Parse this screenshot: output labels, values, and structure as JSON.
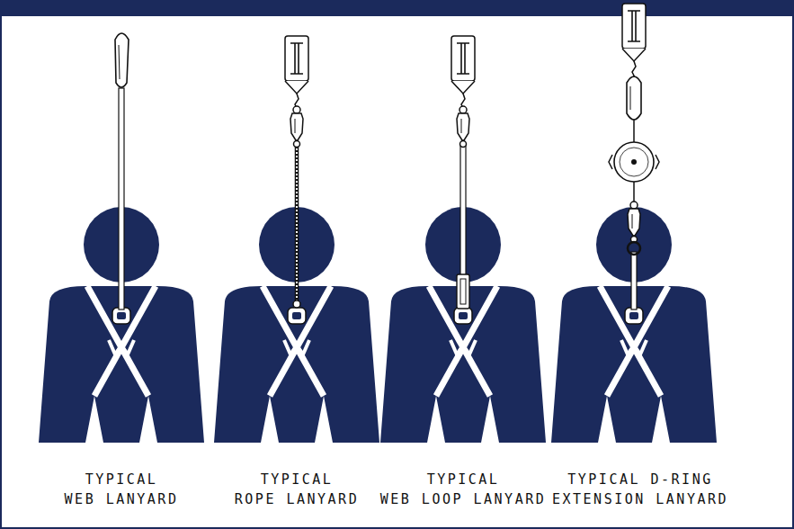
{
  "diagram": {
    "labels": [
      "TYPICAL WEB LANYARD",
      "TYPICAL ROPE LANYARD",
      "TYPICAL WEB LOOP LANYARD",
      "TYPICAL D-RING EXTENSION LANYARD"
    ]
  }
}
